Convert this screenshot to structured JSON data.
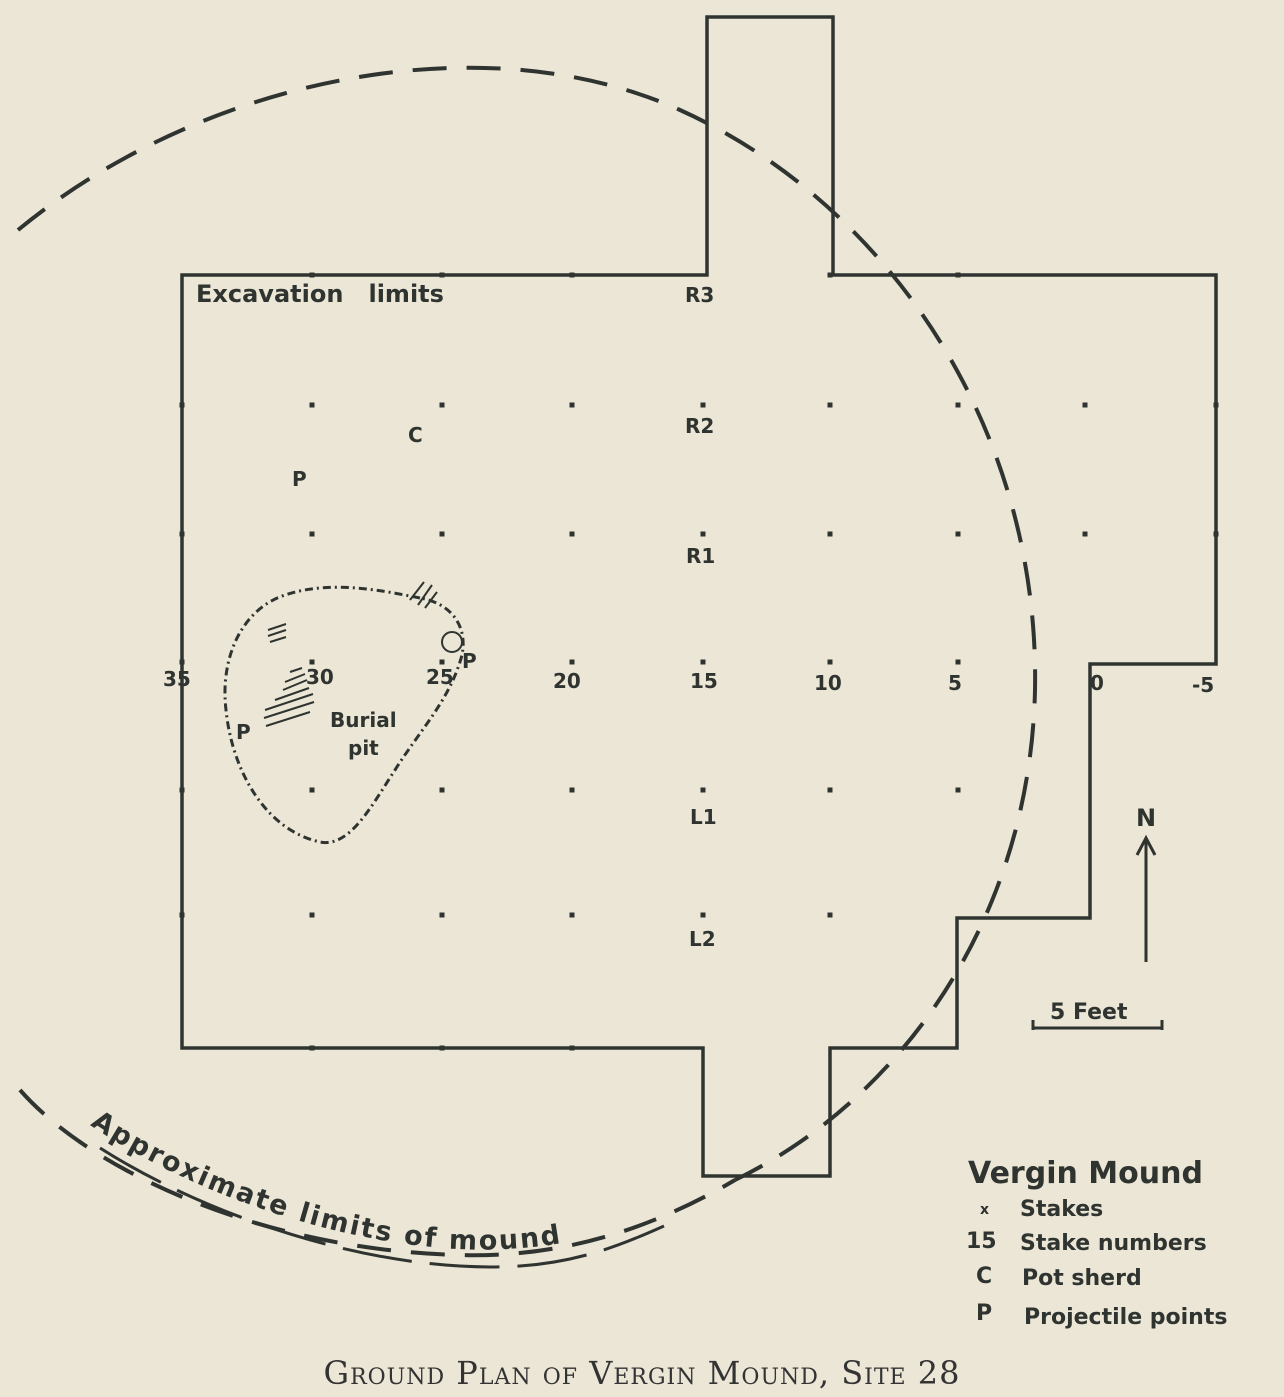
{
  "plan_labels": {
    "excavation": "Excavation   limits",
    "burial_line1": "Burial",
    "burial_line2": "pit",
    "mound_limits": "Approximate limits of mound",
    "north": "N",
    "scale": "5 Feet"
  },
  "stake_numbers": {
    "n35": "35",
    "n30": "30",
    "n25": "25",
    "n20": "20",
    "n15": "15",
    "n10": "10",
    "n5": "5",
    "n0": "0",
    "nm5": "-5",
    "r3": "R3",
    "r2": "R2",
    "r1": "R1",
    "l1": "L1",
    "l2": "L2"
  },
  "finds": {
    "pot_sherd": "C",
    "point_a": "P",
    "point_b": "P",
    "point_c": "P"
  },
  "legend": {
    "title": "Vergin Mound",
    "items": [
      {
        "symbol": "x",
        "label": "Stakes"
      },
      {
        "symbol": "15",
        "label": "Stake numbers"
      },
      {
        "symbol": "C",
        "label": "Pot sherd"
      },
      {
        "symbol": "P",
        "label": "Projectile points"
      }
    ]
  },
  "caption": "Ground Plan of Vergin Mound, Site 28",
  "colors": {
    "paper": "#ebe6d6",
    "ink": "#2f3430"
  }
}
